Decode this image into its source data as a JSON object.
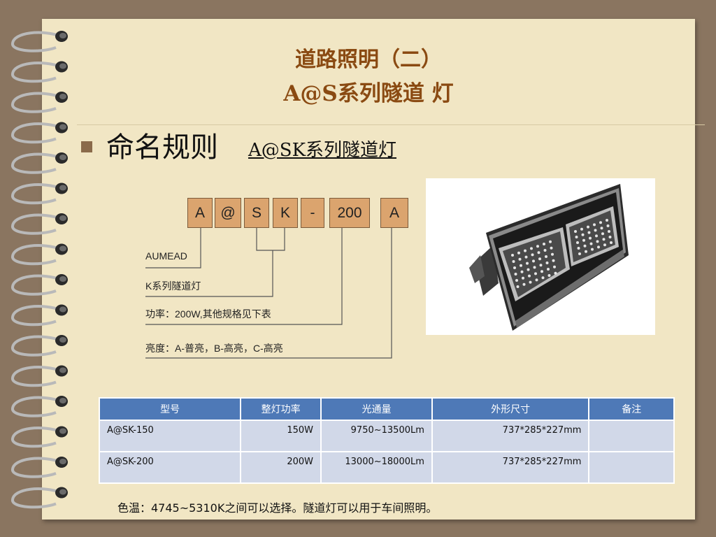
{
  "slide": {
    "title_line1": "道路照明（二）",
    "title_line2": "A@S系列隧道 灯",
    "heading": "命名规则",
    "subheading": "A@SK系列隧道灯"
  },
  "code_boxes": [
    "A",
    "@",
    "S",
    "K",
    "-",
    "200",
    "A"
  ],
  "descriptions": {
    "brand": "AUMEAD",
    "series": "K系列隧道灯",
    "power": "功率：200W,其他规格见下表",
    "brightness": "亮度：A-普亮，B-高亮，C-高亮"
  },
  "table": {
    "headers": [
      "型号",
      "整灯功率",
      "光通量",
      "外形尺寸",
      "备注"
    ],
    "rows": [
      [
        "A@SK-150",
        "150W",
        "9750~13500Lm",
        "737*285*227mm",
        ""
      ],
      [
        "A@SK-200",
        "200W",
        "13000~18000Lm",
        "737*285*227mm",
        ""
      ]
    ]
  },
  "footer": "色温：4745~5310K之间可以选择。隧道灯可以用于车间照明。",
  "colors": {
    "background": "#8a7560",
    "paper": "#f1e6c4",
    "title": "#8a4a12",
    "code_box": "#dba46e",
    "table_header": "#4e79b7",
    "table_cell": "#d1d8e8"
  },
  "icons": [
    "spiral-binding-icon",
    "tunnel-light-photo"
  ]
}
